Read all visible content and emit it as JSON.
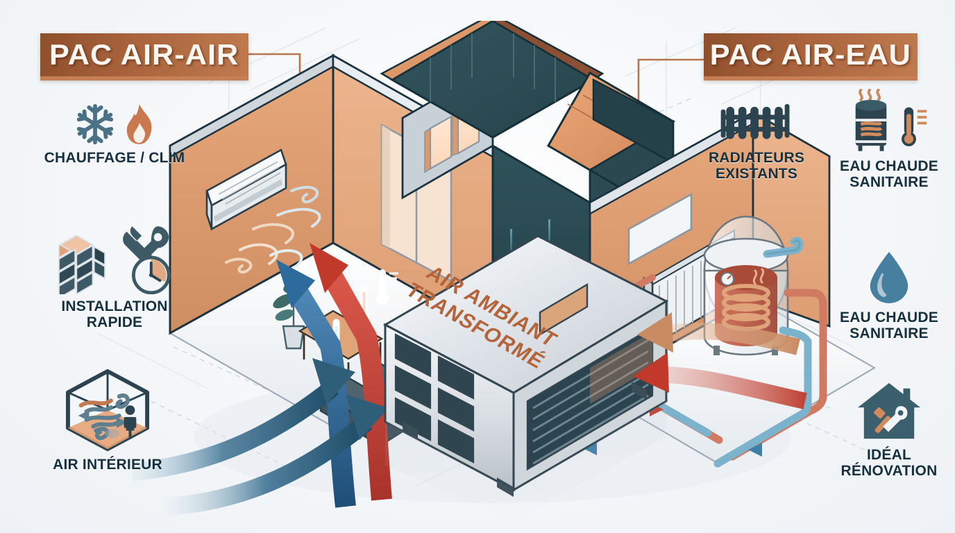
{
  "meta": {
    "title": "PAC AIR-AIR vs PAC AIR-EAU",
    "colors": {
      "banner_dark": "#8f4f2c",
      "banner_light": "#c07a4e",
      "banner_text": "#fdf6f1",
      "label_text": "#16303e",
      "copper": "#e09b6b",
      "teal_dark": "#2c4a52",
      "steel_blue": "#3d6f8e",
      "hot_red": "#c0392b",
      "cold_blue": "#2d6b9c",
      "background": "#f2f5f8"
    }
  },
  "banners": {
    "left": {
      "label": "PAC AIR-AIR"
    },
    "right": {
      "label": "PAC AIR-EAU"
    }
  },
  "left_features": [
    {
      "id": "chauffage-clim",
      "label": "CHAUFFAGE / CLIM",
      "icons": [
        "snowflake-icon",
        "flame-icon"
      ]
    },
    {
      "id": "installation-rapide",
      "label": "INSTALLATION\nRAPIDE",
      "line1": "INSTALLATION",
      "line2": "RAPIDE",
      "icons": [
        "brick-wall-icon",
        "tools-icon",
        "clock-icon"
      ]
    },
    {
      "id": "air-interieur",
      "label": "AIR INTÉRIEUR",
      "icons": [
        "indoor-air-hexagon-icon"
      ]
    }
  ],
  "right_features": [
    {
      "id": "radiateurs-existants",
      "line1": "RADIATEURS",
      "line2": "EXISTANTS",
      "icons": [
        "radiator-icon"
      ]
    },
    {
      "id": "eau-chaude-sanitaire-top",
      "line1": "EAU CHAUDE",
      "line2": "SANITAIRE",
      "icons": [
        "water-tank-icon",
        "thermometer-icon"
      ]
    },
    {
      "id": "eau-chaude-sanitaire-mid",
      "line1": "EAU CHAUDE",
      "line2": "SANITAIRE",
      "icons": [
        "water-drop-icon"
      ]
    },
    {
      "id": "ideal-renovation",
      "line1": "IDÉAL",
      "line2": "RÉNOVATION",
      "icons": [
        "house-tools-icon"
      ]
    }
  ],
  "illustration": {
    "unit_label_line1": "AIR AMBIANT",
    "unit_label_line2": "TRANSFORMÉ",
    "parts": {
      "outdoor_unit": "outdoor-heat-pump-unit",
      "split_unit": "wall-split-indoor-unit",
      "radiator": "wall-radiator",
      "water_tank": "hot-water-cylinder",
      "house": "cutaway-house",
      "plant": "potted-plant",
      "sofa": "sofa",
      "coffee_table": "coffee-table"
    },
    "flow_arrows": [
      {
        "name": "hot-air-arrow",
        "color": "#c0392b",
        "direction": "up-left"
      },
      {
        "name": "cold-air-arrow",
        "color": "#2d6b9c",
        "direction": "up-left"
      },
      {
        "name": "ambient-air-intake-arrow-1",
        "color": "#2f5f78",
        "direction": "up-right"
      },
      {
        "name": "ambient-air-intake-arrow-2",
        "color": "#2f5f78",
        "direction": "up-right"
      },
      {
        "name": "heat-return-arrow-copper",
        "color": "#c98b62",
        "direction": "down-left"
      },
      {
        "name": "heat-return-arrow-red",
        "color": "#c0392b",
        "direction": "down-left"
      },
      {
        "name": "water-loop-arrow-hot",
        "color": "#c0392b",
        "direction": "left"
      },
      {
        "name": "water-loop-arrow-cold",
        "color": "#3d7fa8",
        "direction": "right"
      }
    ]
  }
}
